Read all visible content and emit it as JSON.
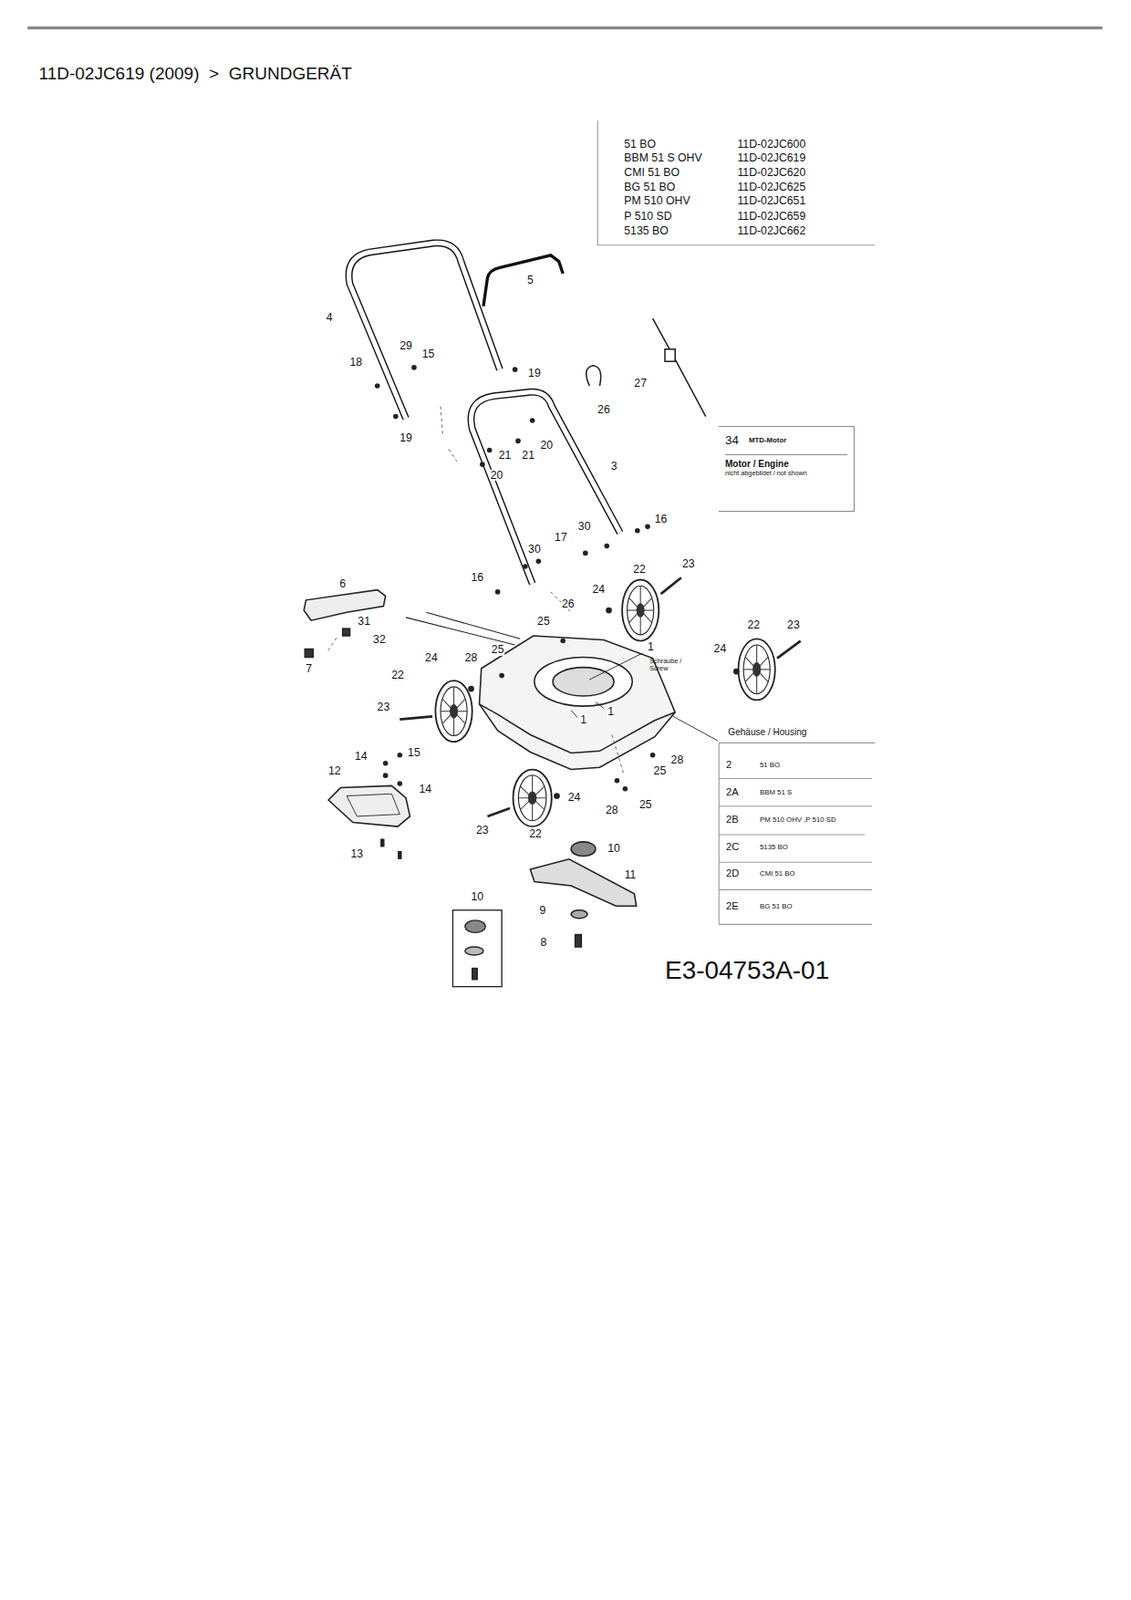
{
  "diagram": {
    "title": "11D-02JC619 (2009)  >  GRUNDGERÄT",
    "nodes": [
      {
        "text": [
          "34",
          "MTD-Motor",
          "Motor / Engine",
          "nicht abgebildet / not shown"
        ]
      }
    ],
    "labels": [
      "51 BO",
      "11D-02JC600",
      "BBM 51 S OHV",
      "11D-02JC619",
      "CMI 51 BO",
      "11D-02JC620",
      "BG 51 BO",
      "11D-02JC625",
      "PM 510 OHV",
      "11D-02JC651",
      "P 510 SD",
      "11D-02JC659",
      "5135 BO",
      "11D-02JC662",
      "5",
      "4",
      "29",
      "15",
      "18",
      "19",
      "27",
      "26",
      "19",
      "21",
      "21",
      "20",
      "20",
      "3",
      "16",
      "30",
      "17",
      "30",
      "22",
      "23",
      "16",
      "6",
      "24",
      "26",
      "22",
      "23",
      "31",
      "32",
      "25",
      "25",
      "24",
      "28",
      "1",
      "Schraube / Screw",
      "24",
      "7",
      "22",
      "1",
      "1",
      "23",
      "14",
      "15",
      "28",
      "25",
      "14",
      "12",
      "24",
      "28",
      "25",
      "23",
      "22",
      "10",
      "13",
      "11",
      "10",
      "9",
      "8",
      "E3-04753A-01",
      "Gehäuse / Housing",
      "2",
      "51 BO",
      "2A",
      "BBM 51 S",
      "2B",
      "PM 510 OHV ,P 510 SD",
      "2C",
      "5135 BO",
      "2D",
      "CMI 51 BO",
      "2E",
      "BG 51 BO"
    ]
  }
}
